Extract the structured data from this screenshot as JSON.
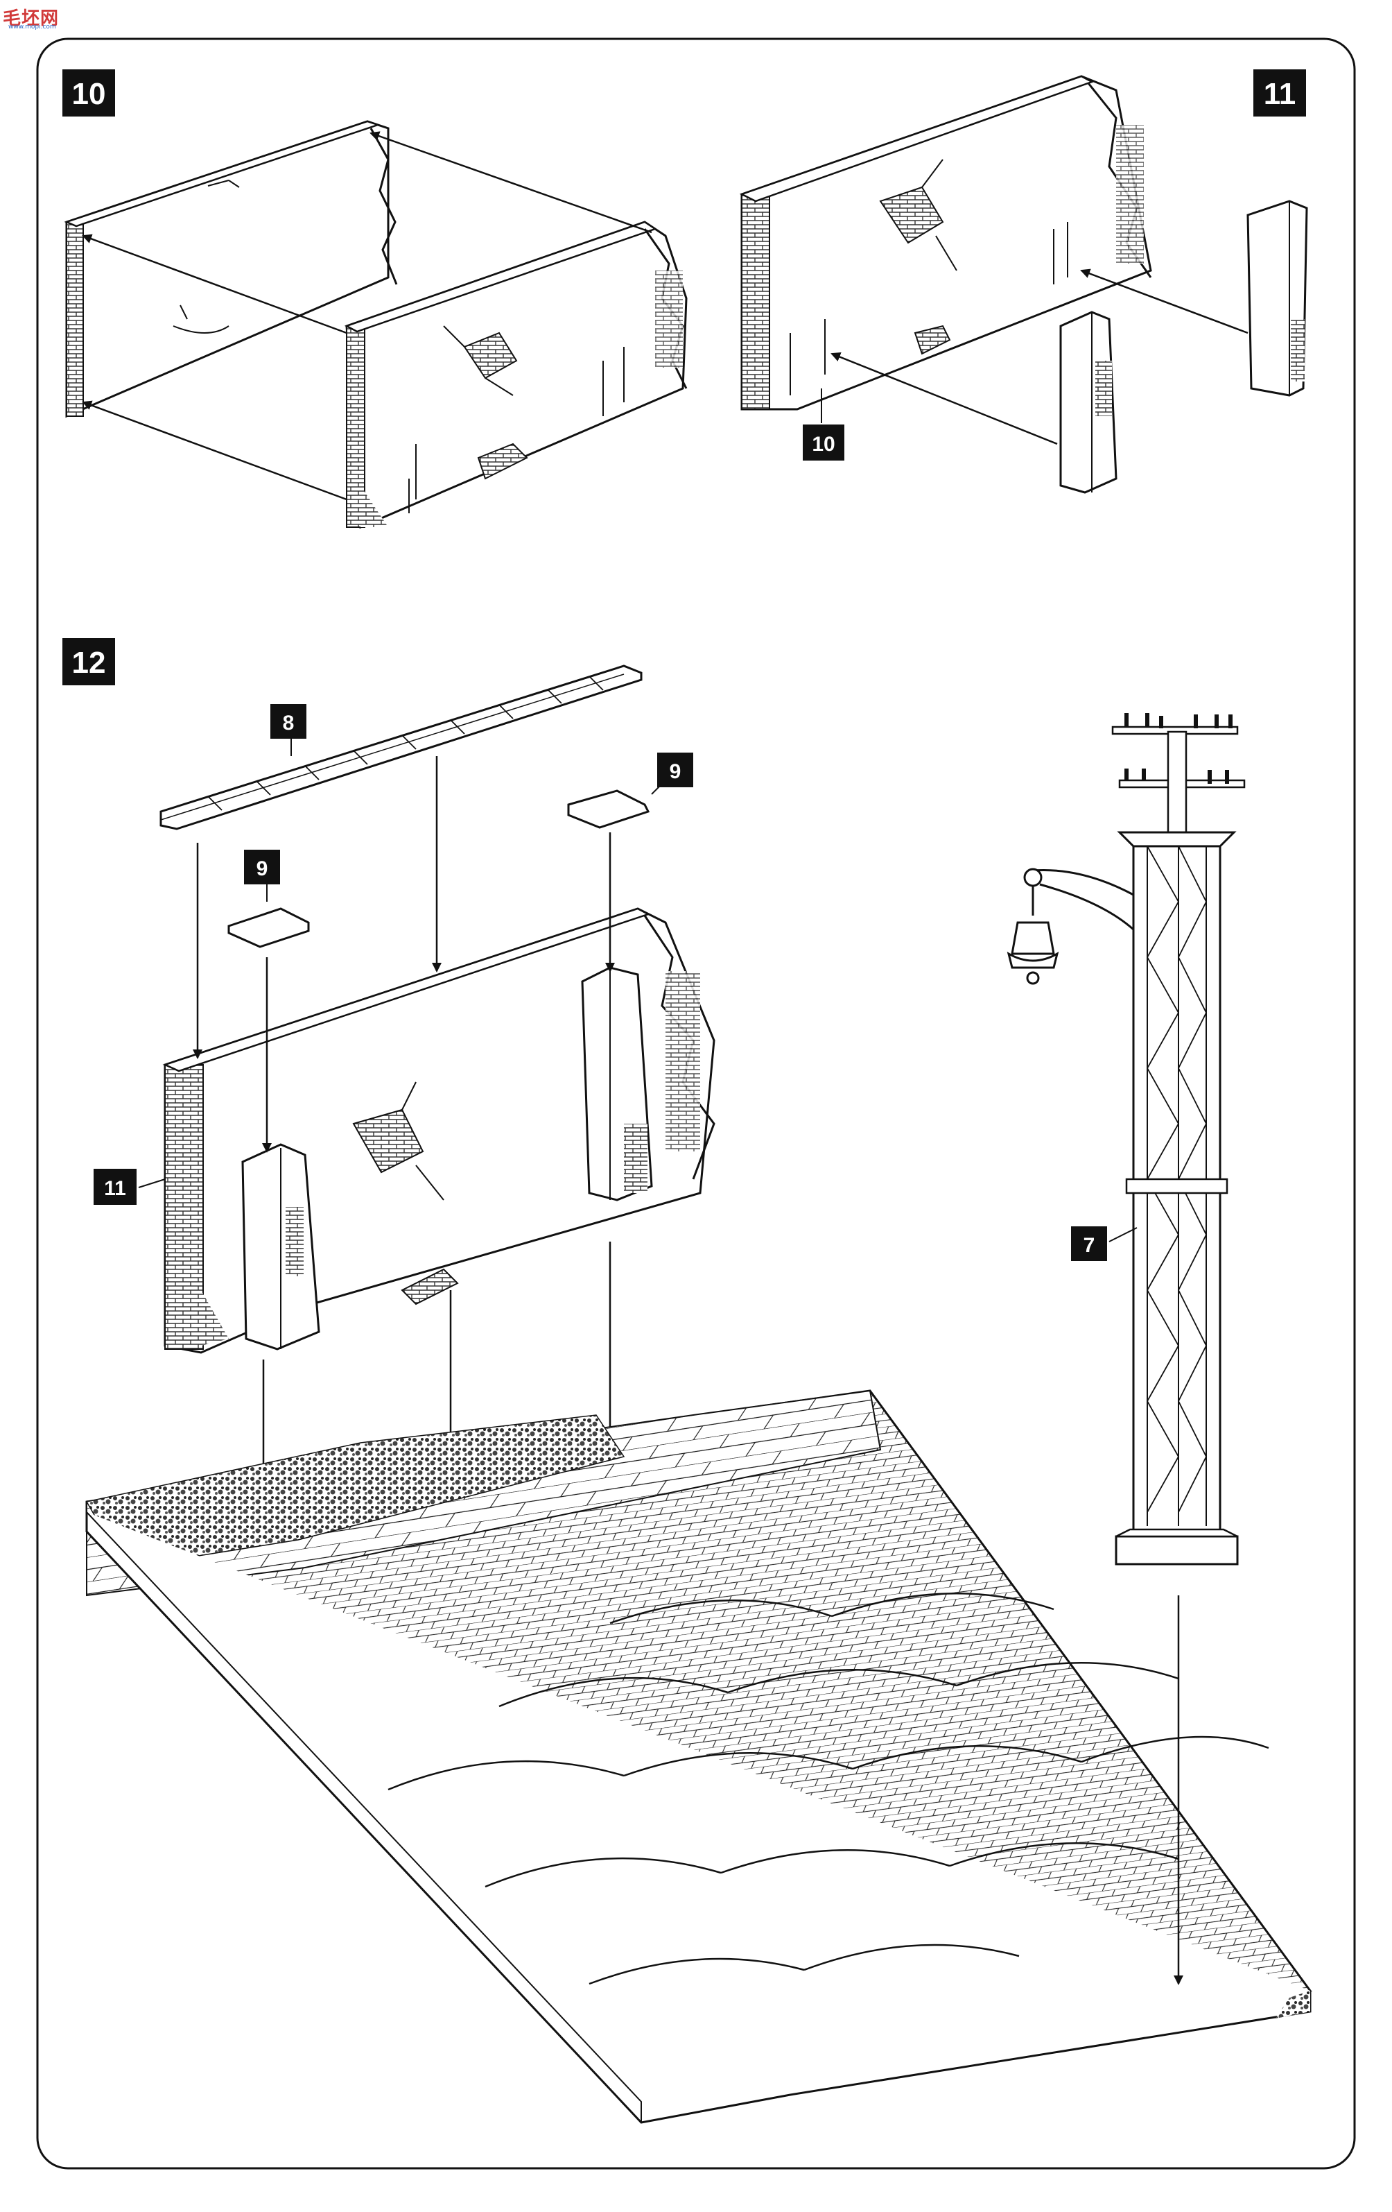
{
  "watermark": {
    "text": "毛坯网",
    "subtext": "www.mopi.com"
  },
  "steps": {
    "step10": {
      "number": "10"
    },
    "step11": {
      "number": "11"
    },
    "step12": {
      "number": "12"
    }
  },
  "callouts": {
    "step11_part": "10",
    "step12_top_cap": "8",
    "step12_small_cap_right": "9",
    "step12_small_cap_left": "9",
    "step12_wall": "11",
    "step12_lamp_post": "7"
  },
  "colors": {
    "ink": "#111111",
    "paper": "#ffffff",
    "brick": "#555555",
    "rubble": "#333333"
  }
}
